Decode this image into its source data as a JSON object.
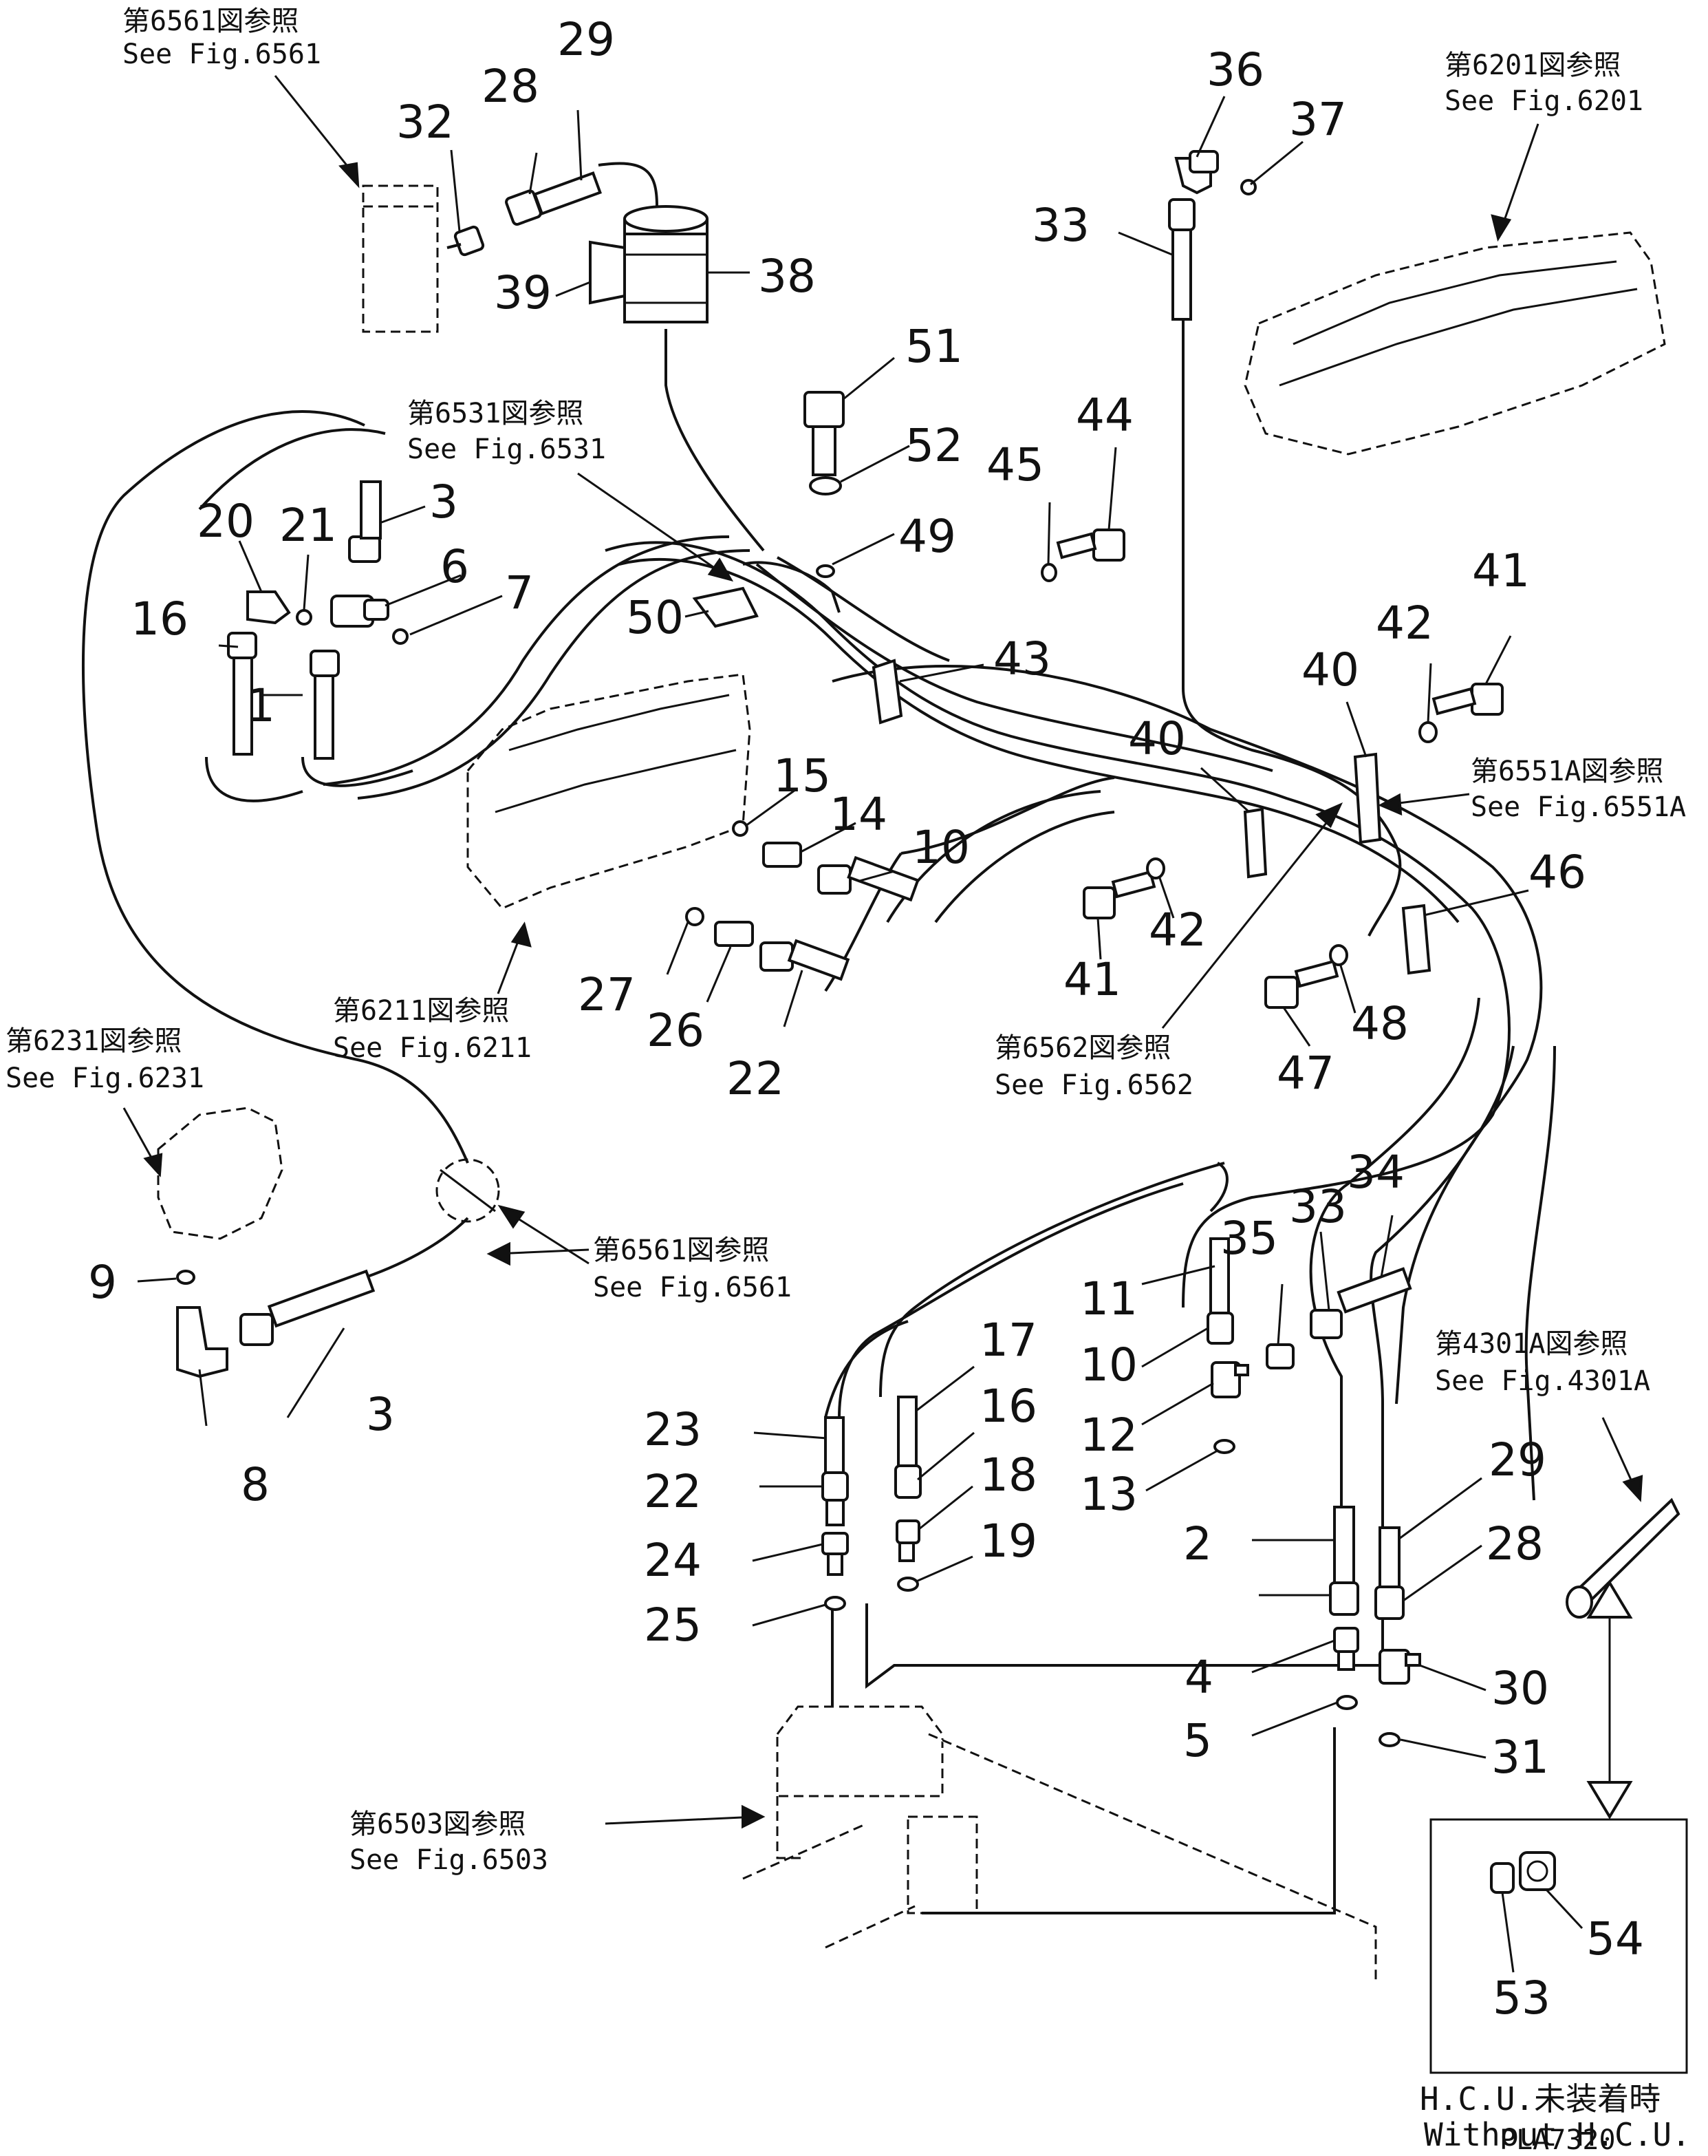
{
  "diagram": {
    "drawing_code": "PLA7320",
    "callouts": [
      {
        "id": "c1",
        "label": "1"
      },
      {
        "id": "c2",
        "label": "2"
      },
      {
        "id": "c3a",
        "label": "3"
      },
      {
        "id": "c3b",
        "label": "3"
      },
      {
        "id": "c4",
        "label": "4"
      },
      {
        "id": "c5",
        "label": "5"
      },
      {
        "id": "c6",
        "label": "6"
      },
      {
        "id": "c7",
        "label": "7"
      },
      {
        "id": "c8",
        "label": "8"
      },
      {
        "id": "c9",
        "label": "9"
      },
      {
        "id": "c10a",
        "label": "10"
      },
      {
        "id": "c10b",
        "label": "10"
      },
      {
        "id": "c11",
        "label": "11"
      },
      {
        "id": "c12",
        "label": "12"
      },
      {
        "id": "c13",
        "label": "13"
      },
      {
        "id": "c14",
        "label": "14"
      },
      {
        "id": "c15",
        "label": "15"
      },
      {
        "id": "c16a",
        "label": "16"
      },
      {
        "id": "c16b",
        "label": "16"
      },
      {
        "id": "c17",
        "label": "17"
      },
      {
        "id": "c18",
        "label": "18"
      },
      {
        "id": "c19",
        "label": "19"
      },
      {
        "id": "c20",
        "label": "20"
      },
      {
        "id": "c21",
        "label": "21"
      },
      {
        "id": "c22a",
        "label": "22"
      },
      {
        "id": "c22b",
        "label": "22"
      },
      {
        "id": "c23",
        "label": "23"
      },
      {
        "id": "c24",
        "label": "24"
      },
      {
        "id": "c25",
        "label": "25"
      },
      {
        "id": "c26",
        "label": "26"
      },
      {
        "id": "c27",
        "label": "27"
      },
      {
        "id": "c28a",
        "label": "28"
      },
      {
        "id": "c28b",
        "label": "28"
      },
      {
        "id": "c29a",
        "label": "29"
      },
      {
        "id": "c29b",
        "label": "29"
      },
      {
        "id": "c30",
        "label": "30"
      },
      {
        "id": "c31",
        "label": "31"
      },
      {
        "id": "c32",
        "label": "32"
      },
      {
        "id": "c33a",
        "label": "33"
      },
      {
        "id": "c33b",
        "label": "33"
      },
      {
        "id": "c34",
        "label": "34"
      },
      {
        "id": "c35",
        "label": "35"
      },
      {
        "id": "c36",
        "label": "36"
      },
      {
        "id": "c37",
        "label": "37"
      },
      {
        "id": "c38",
        "label": "38"
      },
      {
        "id": "c39",
        "label": "39"
      },
      {
        "id": "c40a",
        "label": "40"
      },
      {
        "id": "c40b",
        "label": "40"
      },
      {
        "id": "c41a",
        "label": "41"
      },
      {
        "id": "c41b",
        "label": "41"
      },
      {
        "id": "c42a",
        "label": "42"
      },
      {
        "id": "c42b",
        "label": "42"
      },
      {
        "id": "c43",
        "label": "43"
      },
      {
        "id": "c44",
        "label": "44"
      },
      {
        "id": "c45",
        "label": "45"
      },
      {
        "id": "c46",
        "label": "46"
      },
      {
        "id": "c47",
        "label": "47"
      },
      {
        "id": "c48",
        "label": "48"
      },
      {
        "id": "c49",
        "label": "49"
      },
      {
        "id": "c50",
        "label": "50"
      },
      {
        "id": "c51",
        "label": "51"
      },
      {
        "id": "c52",
        "label": "52"
      },
      {
        "id": "c53",
        "label": "53"
      },
      {
        "id": "c54",
        "label": "54"
      }
    ],
    "references": [
      {
        "id": "r6561a",
        "jp": "第6561図参照",
        "en": "See Fig.6561"
      },
      {
        "id": "r6201",
        "jp": "第6201図参照",
        "en": "See Fig.6201"
      },
      {
        "id": "r6531",
        "jp": "第6531図参照",
        "en": "See Fig.6531"
      },
      {
        "id": "r6551a",
        "jp": "第6551A図参照",
        "en": "See Fig.6551A"
      },
      {
        "id": "r6211",
        "jp": "第6211図参照",
        "en": "See Fig.6211"
      },
      {
        "id": "r6231",
        "jp": "第6231図参照",
        "en": "See Fig.6231"
      },
      {
        "id": "r6562",
        "jp": "第6562図参照",
        "en": "See Fig.6562"
      },
      {
        "id": "r6561b",
        "jp": "第6561図参照",
        "en": "See Fig.6561"
      },
      {
        "id": "r4301a",
        "jp": "第4301A図参照",
        "en": "See Fig.4301A"
      },
      {
        "id": "r6503",
        "jp": "第6503図参照",
        "en": "See Fig.6503"
      }
    ],
    "hcu_note": {
      "jp": "H.C.U.未装着時",
      "en": "Without H.C.U."
    }
  }
}
